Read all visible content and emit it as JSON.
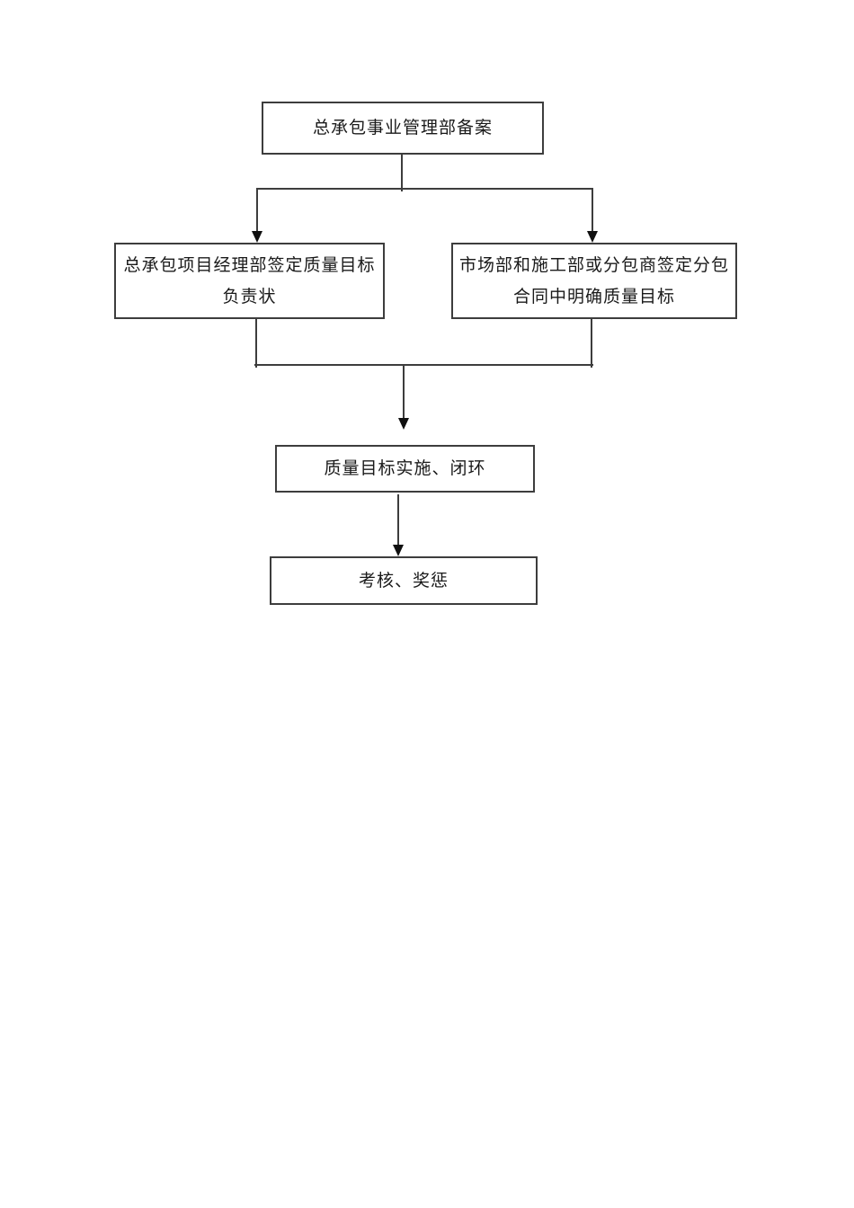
{
  "flowchart": {
    "nodes": {
      "top": {
        "lines": [
          "总承包事业管理部备案"
        ]
      },
      "left": {
        "lines": [
          "总承包项目经理部签定质量目标",
          "负责状"
        ]
      },
      "right": {
        "lines": [
          "市场部和施工部或分包商签定分包",
          "合同中明确质量目标"
        ]
      },
      "middle": {
        "lines": [
          "质量目标实施、闭环"
        ]
      },
      "bottom": {
        "lines": [
          "考核、奖惩"
        ]
      }
    },
    "edges": [
      {
        "from": "top",
        "to": "left",
        "style": "elbow",
        "arrow": "filled-triangle-down"
      },
      {
        "from": "top",
        "to": "right",
        "style": "elbow",
        "arrow": "filled-triangle-down"
      },
      {
        "from": "left",
        "to": "middle",
        "style": "elbow-merge",
        "arrow": "filled-triangle-down"
      },
      {
        "from": "right",
        "to": "middle",
        "style": "elbow-merge",
        "arrow": "filled-triangle-down"
      },
      {
        "from": "middle",
        "to": "bottom",
        "style": "straight",
        "arrow": "filled-triangle-down"
      }
    ],
    "colors": {
      "background": "#ffffff",
      "box_border": "#3d3d3d",
      "line": "#3d3d3d",
      "arrow": "#101010",
      "text": "#1a1a1a"
    }
  }
}
